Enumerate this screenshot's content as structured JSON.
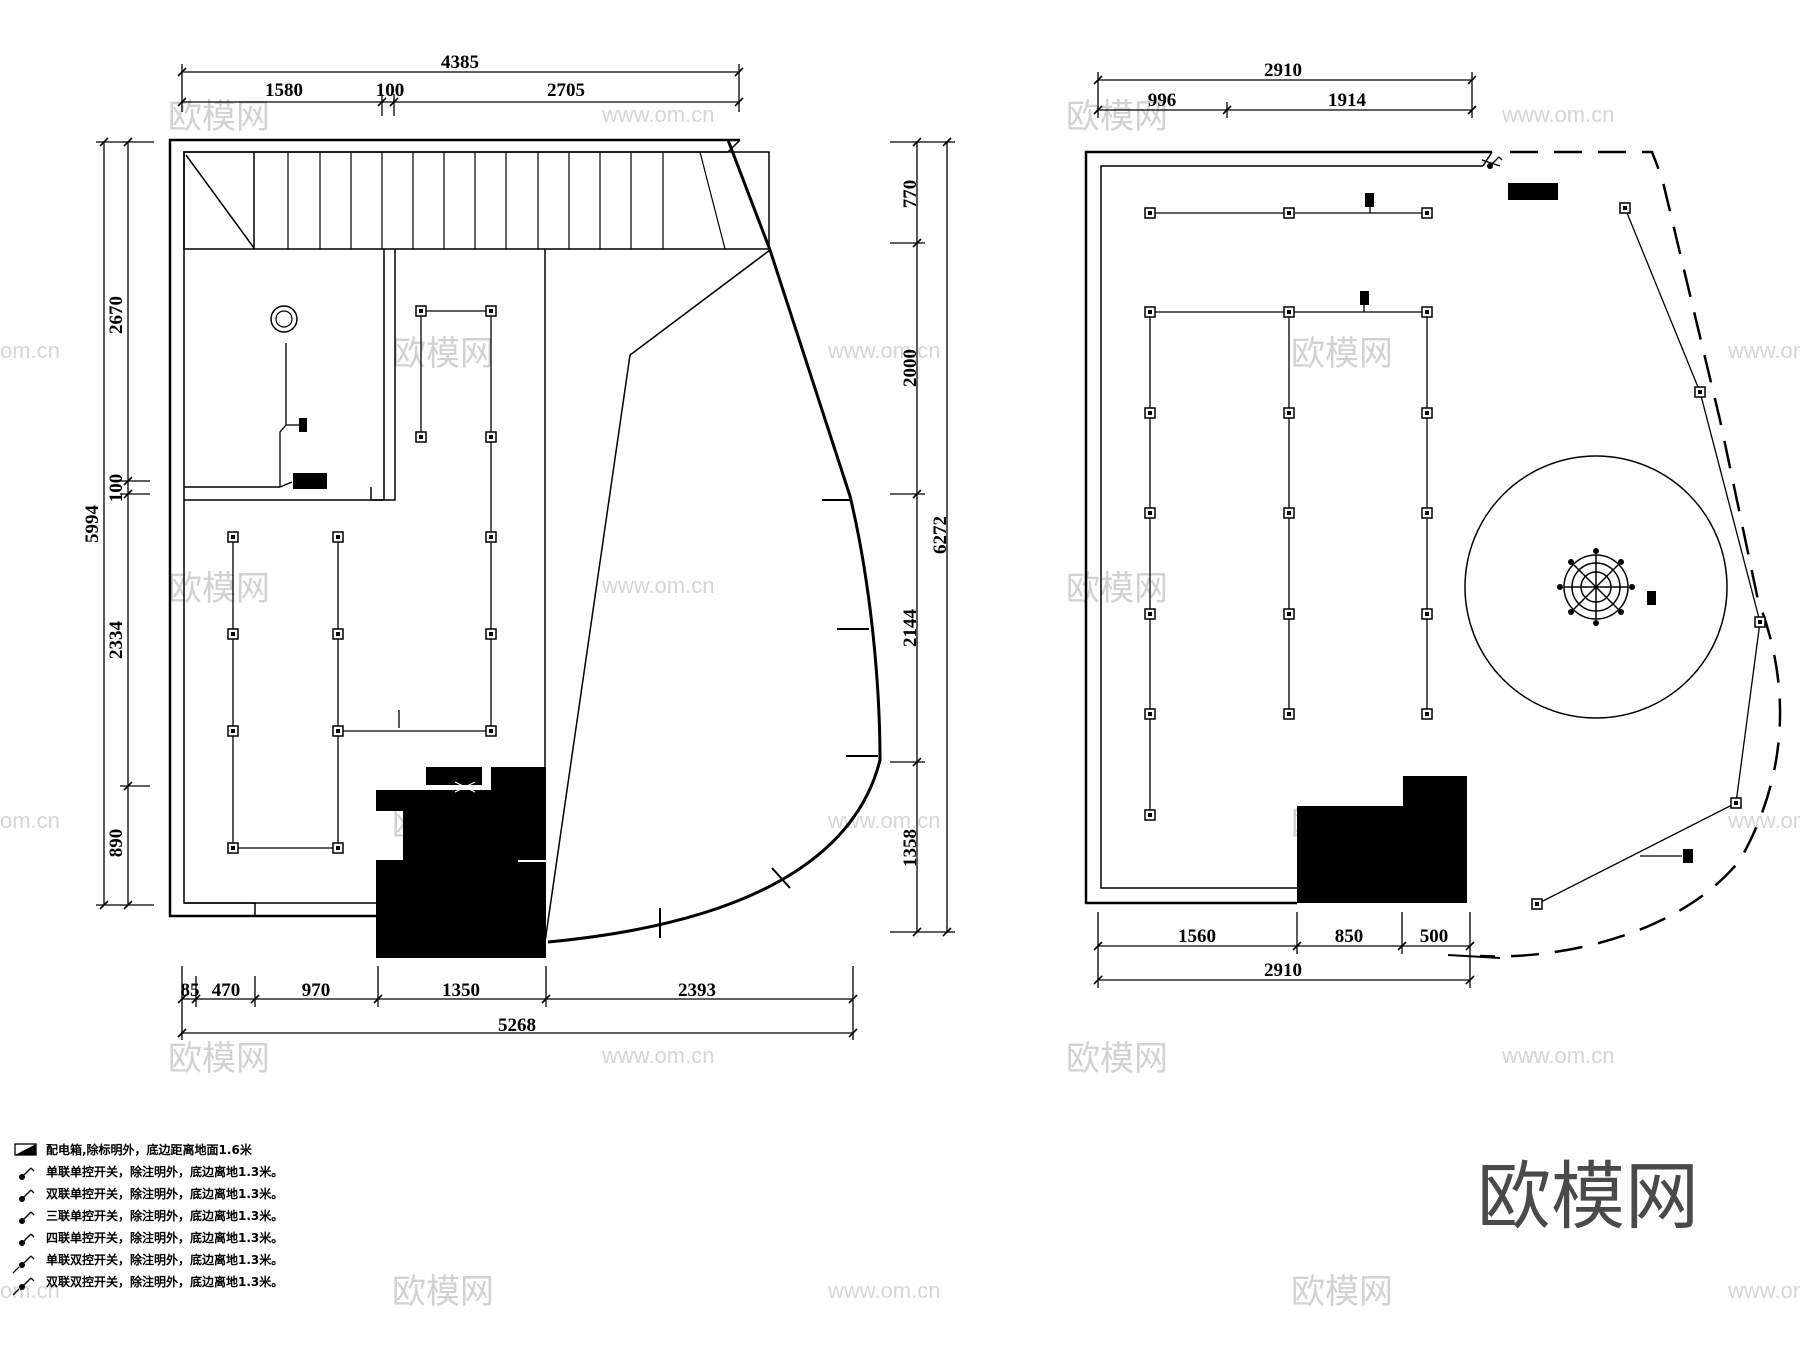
{
  "left_plan": {
    "dims_top": {
      "total": "4385",
      "a": "1580",
      "b": "100",
      "c": "2705"
    },
    "dims_left": {
      "total": "5994",
      "a": "2670",
      "b": "100",
      "c": "2334",
      "d": "890"
    },
    "dims_right": {
      "total": "6272",
      "a": "770",
      "b": "2000",
      "c": "2144",
      "d": "1358"
    },
    "dims_bottom": {
      "total": "5268",
      "a": "85",
      "b": "470",
      "c": "970",
      "d": "1350",
      "e": "2393"
    }
  },
  "right_plan": {
    "dims_top": {
      "total": "2910",
      "a": "996",
      "b": "1914"
    },
    "dims_bottom": {
      "total": "2910",
      "a": "1560",
      "b": "850",
      "c": "500"
    }
  },
  "legend": [
    "配电箱,除标明外，底边距离地面1.6米",
    "单联单控开关，除注明外，底边离地1.3米。",
    "双联单控开关，除注明外，底边离地1.3米。",
    "三联单控开关，除注明外，底边离地1.3米。",
    "四联单控开关，除注明外，底边离地1.3米。",
    "单联双控开关，除注明外，底边离地1.3米。",
    "双联双控开关，除注明外，底边离地1.3米。"
  ],
  "watermark": {
    "brand": "欧模网",
    "url": "www.om.cn",
    "url_short": "om.cn"
  }
}
